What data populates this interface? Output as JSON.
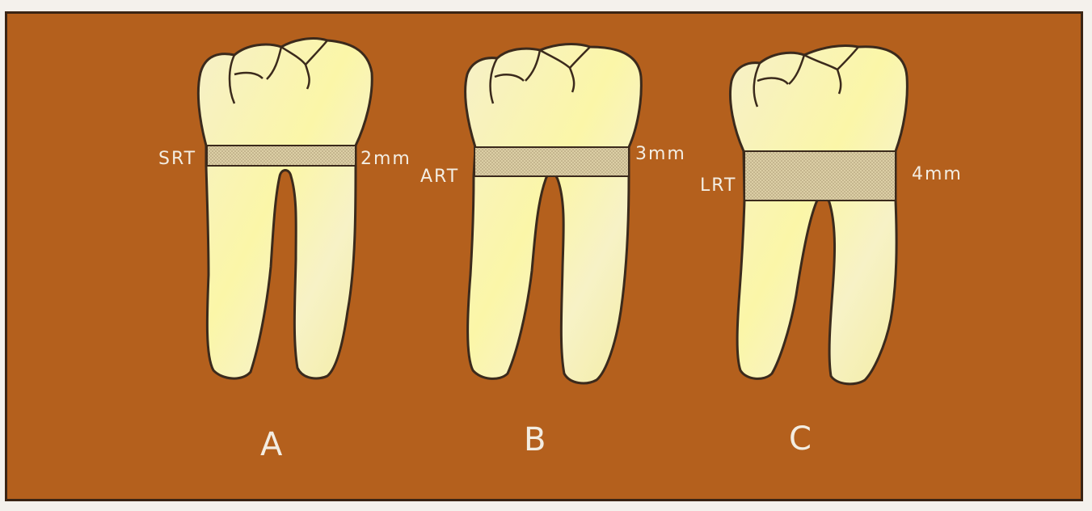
{
  "colors": {
    "background": "#b4601d",
    "frame_border": "#3a2414",
    "tooth_fill": "#f8f2b2",
    "tooth_outline": "#3b2a1c",
    "trunk_fill": "#d9c9a2",
    "label_text": "#f3ede2"
  },
  "teeth": [
    {
      "letter": "A",
      "trunk_label": "SRT",
      "measurement": "2mm",
      "trunk_length_mm": 2
    },
    {
      "letter": "B",
      "trunk_label": "ART",
      "measurement": "3mm",
      "trunk_length_mm": 3
    },
    {
      "letter": "C",
      "trunk_label": "LRT",
      "measurement": "4mm",
      "trunk_length_mm": 4
    }
  ]
}
